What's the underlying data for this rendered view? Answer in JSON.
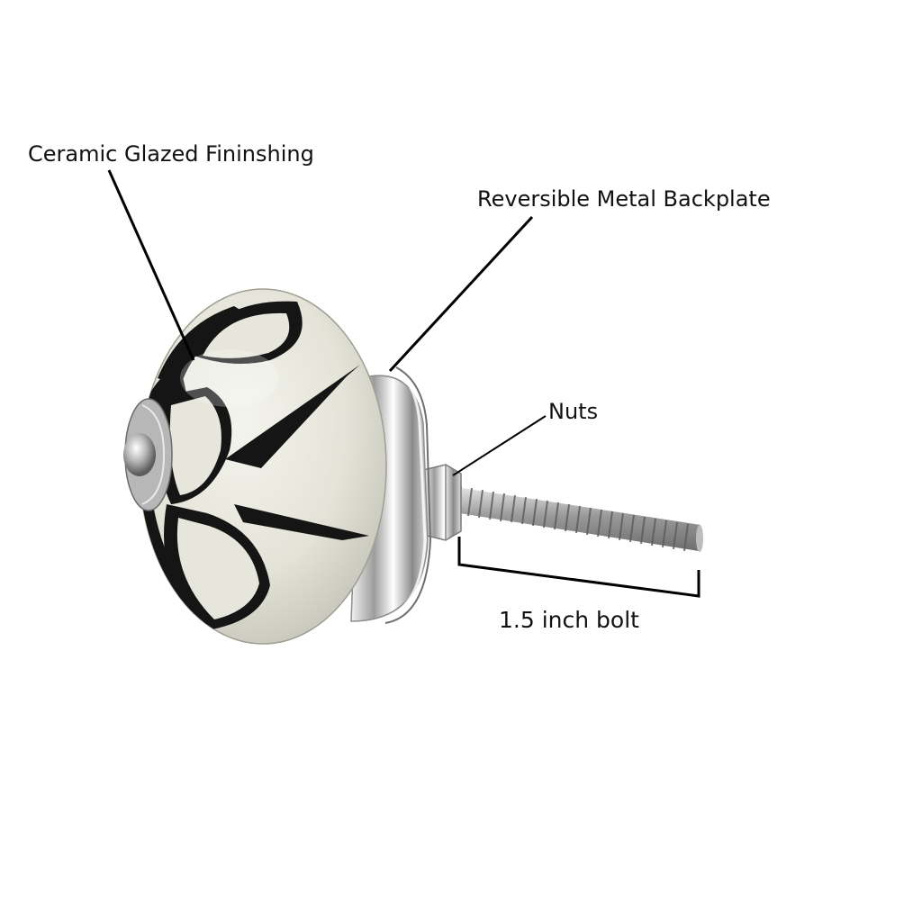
{
  "labels": {
    "ceramic": "Ceramic Glazed Fininshing",
    "backplate": "Reversible Metal Backplate",
    "nuts": "Nuts",
    "bolt": "1.5 inch bolt"
  },
  "colors": {
    "background": "#ffffff",
    "ceramic_body": "#e4e4da",
    "pattern": "#141414",
    "metal": "#c9c9c9",
    "callout_line": "#000000"
  }
}
